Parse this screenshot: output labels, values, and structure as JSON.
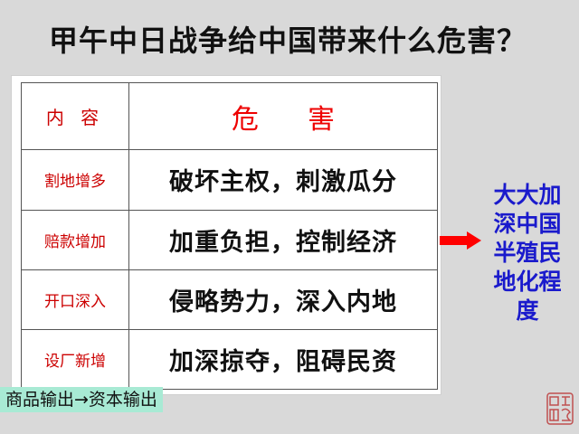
{
  "title": "甲午中日战争给中国带来什么危害？",
  "table": {
    "header": {
      "col1": "内 容",
      "col2_left": "危",
      "col2_right": "害"
    },
    "rows": [
      {
        "content": "割地增多",
        "harm": "破坏主权，刺激瓜分"
      },
      {
        "content": "赔款增加",
        "harm": "加重负担，控制经济"
      },
      {
        "content": "开口深入",
        "harm": "侵略势力，深入内地"
      },
      {
        "content": "设厂新增",
        "harm": "加深掠夺，阻碍民资"
      }
    ]
  },
  "result": "大大加深中国半殖民地化程度",
  "note": "商品输出→资本输出",
  "colors": {
    "background": "#d9d9d9",
    "header_red": "#ee0000",
    "content_red": "#cc0000",
    "result_blue": "#1a1acc",
    "arrow_red": "#ff0000",
    "note_bg": "#a8ead4"
  },
  "icons": {
    "arrow": "right-arrow-icon",
    "seal": "seal-stamp-icon"
  }
}
